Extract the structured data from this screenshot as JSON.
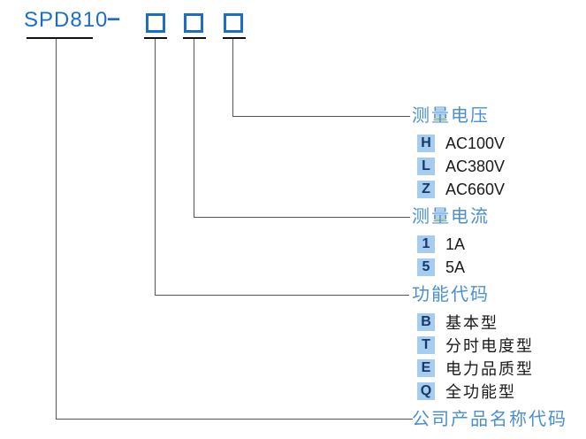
{
  "model": {
    "prefix": "SPD810",
    "separator": "–"
  },
  "groups": {
    "voltage": {
      "label": "测量电压",
      "options": [
        {
          "code": "H",
          "value": "AC100V"
        },
        {
          "code": "L",
          "value": "AC380V"
        },
        {
          "code": "Z",
          "value": "AC660V"
        }
      ]
    },
    "current": {
      "label": "测量电流",
      "options": [
        {
          "code": "1",
          "value": "1A"
        },
        {
          "code": "5",
          "value": "5A"
        }
      ]
    },
    "function": {
      "label": "功能代码",
      "options": [
        {
          "code": "B",
          "value": "基本型"
        },
        {
          "code": "T",
          "value": "分时电度型"
        },
        {
          "code": "E",
          "value": "电力品质型"
        },
        {
          "code": "Q",
          "value": "全功能型"
        }
      ]
    },
    "company": {
      "label": "公司产品名称代码"
    }
  },
  "colors": {
    "brand_blue": "#1b6ec8",
    "label_blue": "#4a8fd4",
    "badge_bg": "#a6cdf0",
    "badge_text": "#17386b",
    "line_gray": "#555555",
    "text_black": "#1a1a1a"
  }
}
